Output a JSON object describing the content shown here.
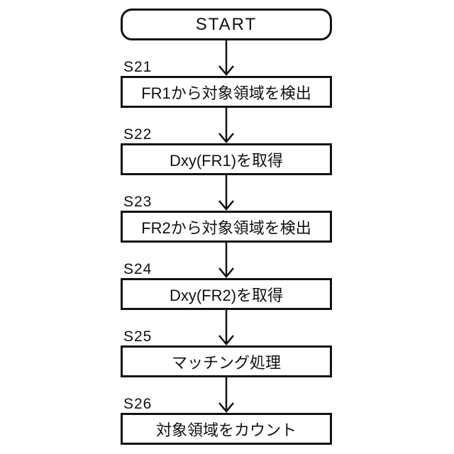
{
  "colors": {
    "line": "#111111",
    "background": "#ffffff"
  },
  "flowchart": {
    "type": "flowchart",
    "start_label": "START",
    "steps": [
      {
        "id": "S21",
        "text": "FR1から対象領域を検出"
      },
      {
        "id": "S22",
        "text": "Dxy(FR1)を取得"
      },
      {
        "id": "S23",
        "text": "FR2から対象領域を検出"
      },
      {
        "id": "S24",
        "text": "Dxy(FR2)を取得"
      },
      {
        "id": "S25",
        "text": "マッチング処理"
      },
      {
        "id": "S26",
        "text": "対象領域をカウント"
      }
    ]
  }
}
